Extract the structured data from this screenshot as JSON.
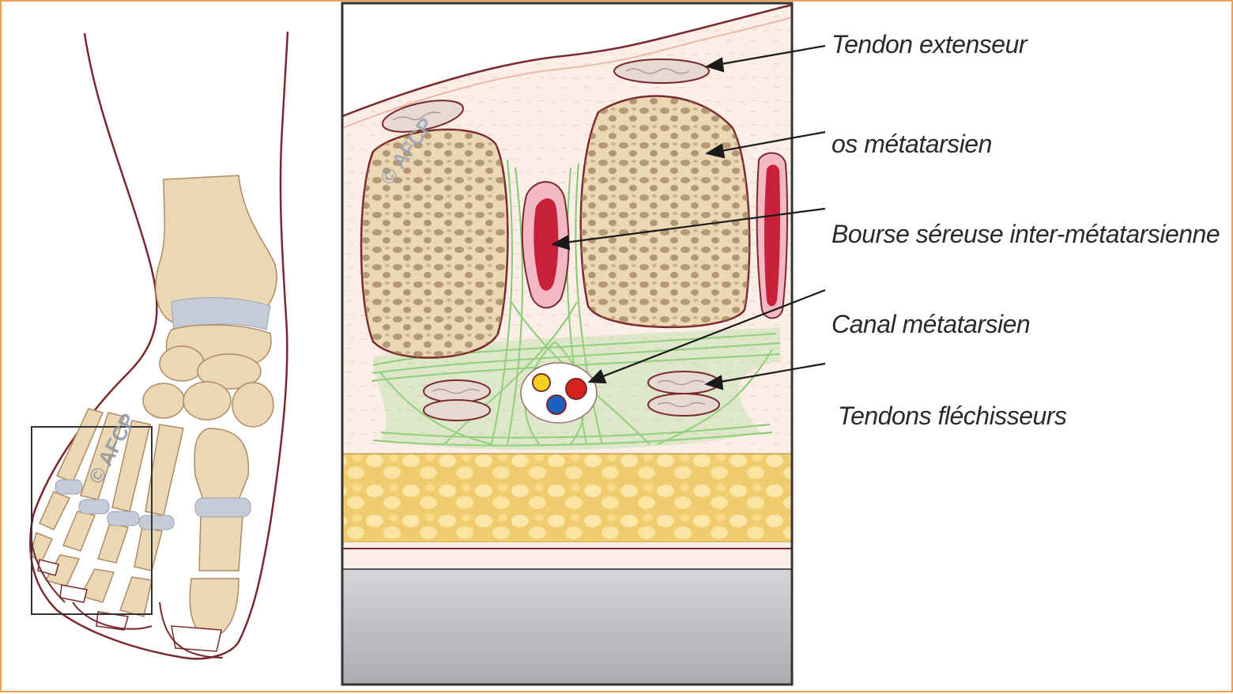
{
  "labels": {
    "extensor_tendon": "Tendon extenseur",
    "metatarsal_bone": "os métatarsien",
    "bursa": "Bourse séreuse inter-métatarsienne",
    "metatarsal_canal": "Canal métatarsien",
    "flexor_tendons": "Tendons fléchisseurs"
  },
  "watermark": "© AFCP",
  "colors": {
    "frame_border": "#e8a25a",
    "bone": "#ecd7b4",
    "cartilage": "#c5ccd8",
    "skin_outline": "#7a2a2e",
    "ligament_green": "#7fc86a",
    "fat_yellow": "#f2d27a",
    "bursa_red": "#c8203a",
    "nerve_yellow": "#f4d021",
    "artery_red": "#d8201e",
    "vein_blue": "#1c5fc0",
    "sole_gray": "#b9bbbf"
  }
}
